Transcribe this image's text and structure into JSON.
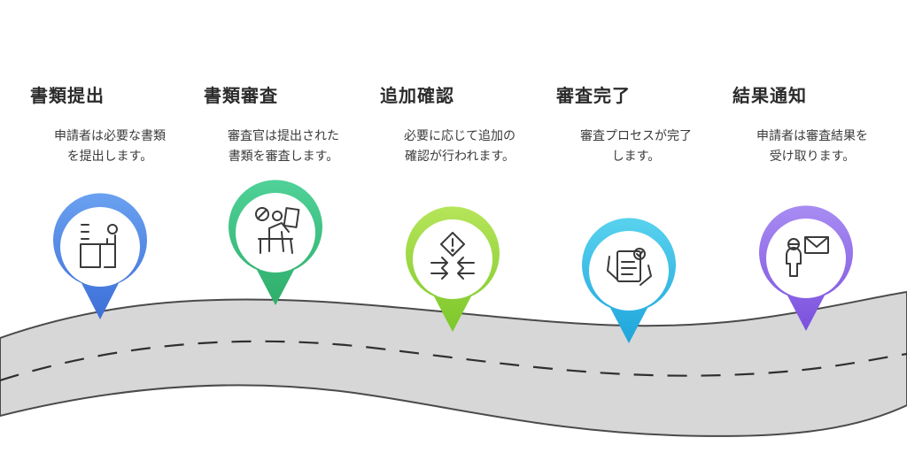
{
  "steps": [
    {
      "title": "書類提出",
      "desc": [
        "申請者は必要な書類",
        "を提出します。"
      ],
      "icon": "desk-user-icon",
      "color_top": "#6aa1f0",
      "color_bottom": "#3d6fd8"
    },
    {
      "title": "書類審査",
      "desc": [
        "審査官は提出された",
        "書類を審査します。"
      ],
      "icon": "reviewer-icon",
      "color_top": "#3ec98c",
      "color_bottom": "#2fae6a"
    },
    {
      "title": "追加確認",
      "desc": [
        "必要に応じて追加の",
        "確認が行われます。"
      ],
      "icon": "warning-diamond-icon",
      "color_top": "#a9e04a",
      "color_bottom": "#7cc72a"
    },
    {
      "title": "審査完了",
      "desc": [
        "審査プロセスが完了",
        "します。"
      ],
      "icon": "checklist-icon",
      "color_top": "#45c8e8",
      "color_bottom": "#1fa5dc"
    },
    {
      "title": "結果通知",
      "desc": [
        "申請者は審査結果を",
        "受け取ります。"
      ],
      "icon": "person-mail-icon",
      "color_top": "#9b7cf0",
      "color_bottom": "#7b50de"
    }
  ]
}
